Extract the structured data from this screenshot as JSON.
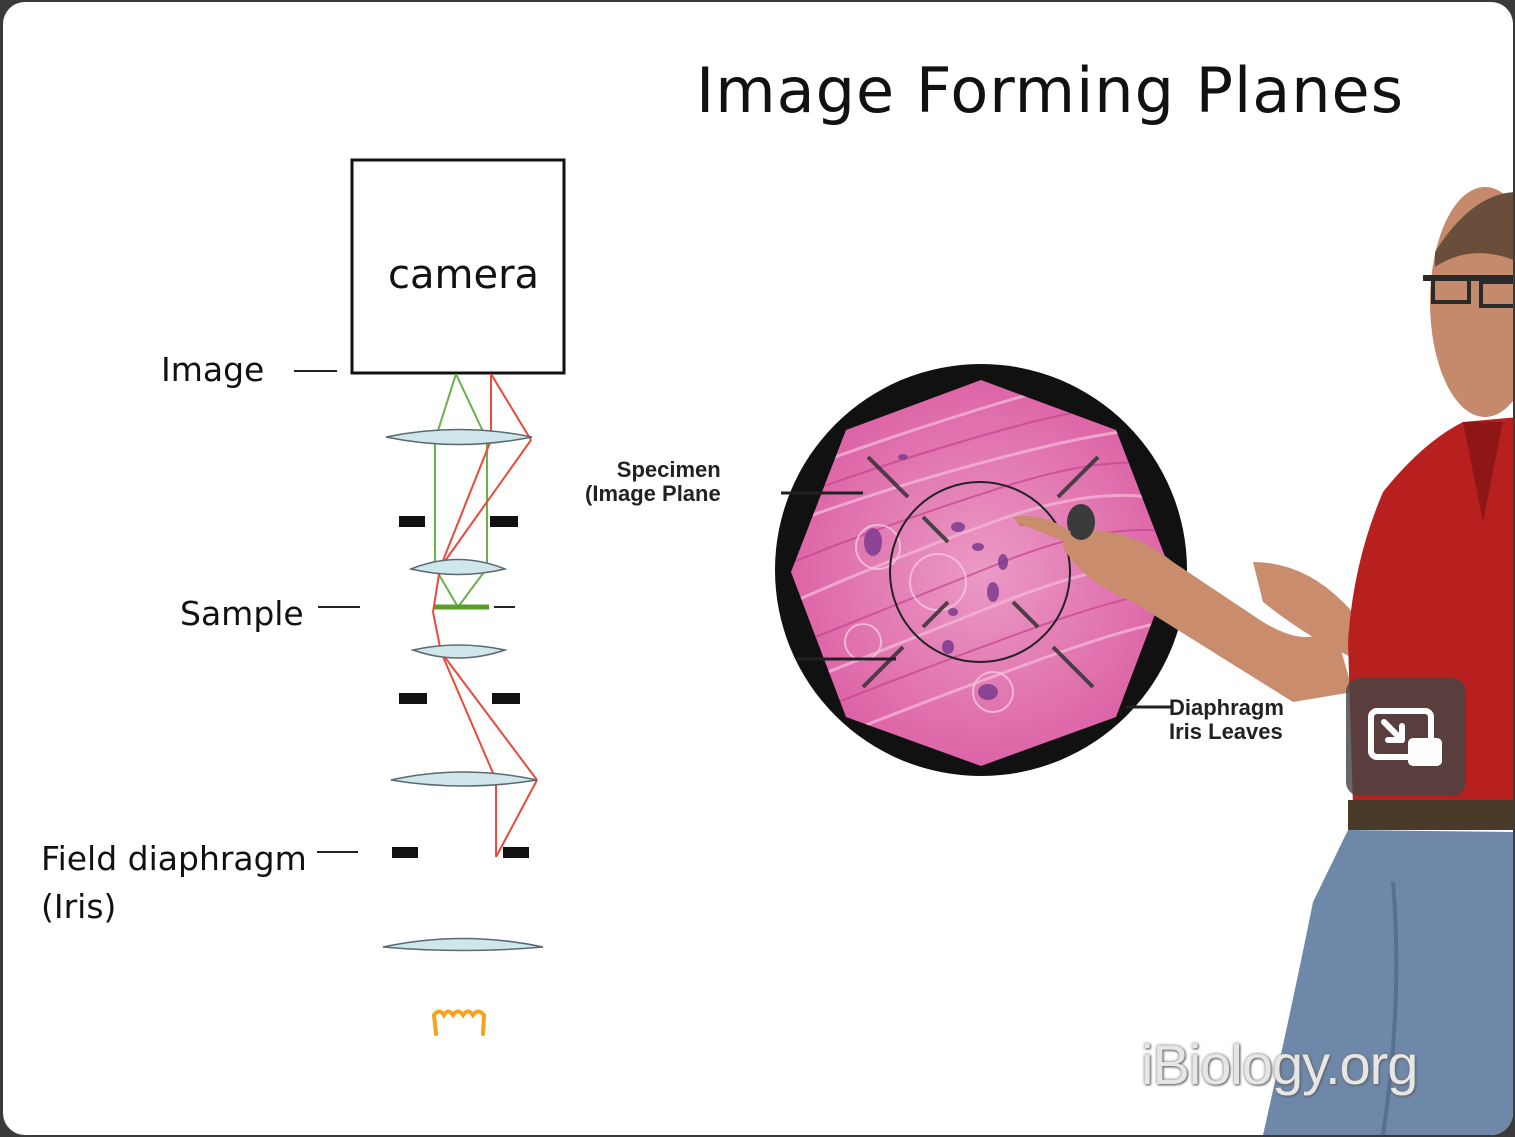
{
  "slide": {
    "title": "Image Forming Planes",
    "labels": {
      "camera": "camera",
      "image": "Image",
      "sample": "Sample",
      "field_diaphragm_line1": "Field diaphragm",
      "field_diaphragm_line2": "(Iris)"
    },
    "micrograph_labels": {
      "specimen_line1": "Specimen",
      "specimen_line2": "(Image Plane",
      "iris_line1": "Diaphragm",
      "iris_line2": "Iris Leaves"
    }
  },
  "watermark": "iBiology.org",
  "colors": {
    "lens": "#cfe6ea",
    "green_ray": "#6ab04c",
    "red_ray": "#e84a3b",
    "bulb": "#f7a11c",
    "tissue": "#e27ab3"
  },
  "icons": {
    "pip": "picture-in-picture-exit-icon",
    "bulb": "lamp-filament-icon"
  }
}
